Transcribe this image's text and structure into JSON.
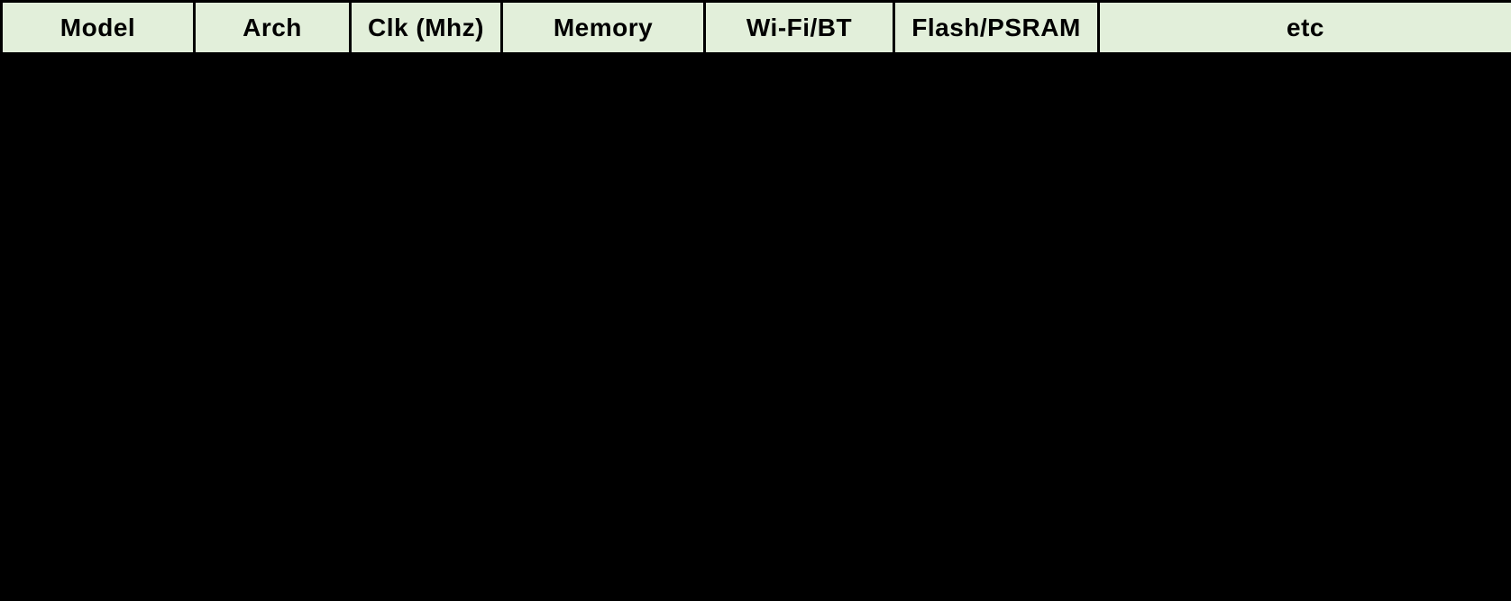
{
  "page": {
    "background_color": "#000000"
  },
  "table": {
    "headers": [
      "Model",
      "Arch",
      "Clk (Mhz)",
      "Memory",
      "Wi-Fi/BT",
      "Flash/PSRAM",
      "etc"
    ],
    "styles": {
      "header_background": "#e2efda",
      "header_text_color": "#000000",
      "border_color": "#000000",
      "body_background": "#000000"
    }
  }
}
